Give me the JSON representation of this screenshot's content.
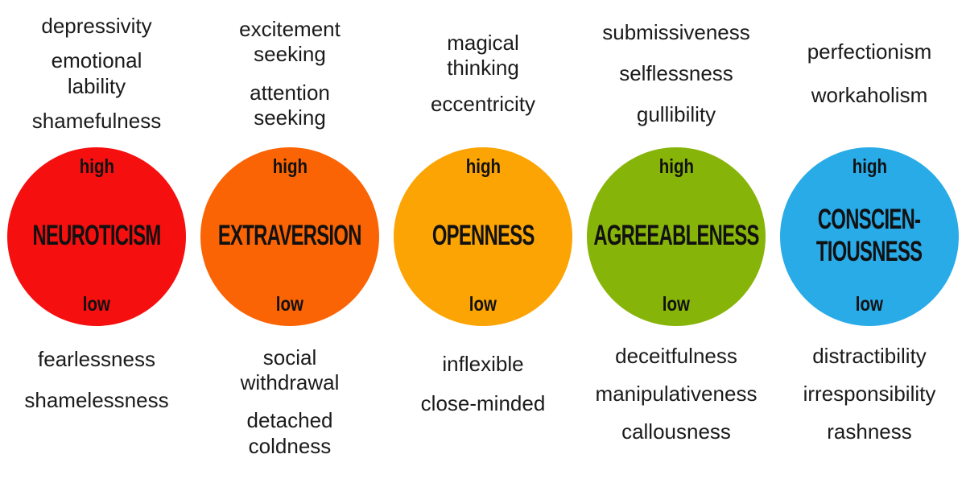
{
  "traits": [
    {
      "name": "NEUROTICISM",
      "color": "#f50f0f",
      "high_label": "high",
      "low_label": "low",
      "high_traits": [
        "depressivity",
        "emotional\nlability",
        "shamefulness"
      ],
      "low_traits": [
        "fearlessness",
        "shamelessness"
      ]
    },
    {
      "name": "EXTRAVERSION",
      "color": "#fb6404",
      "high_label": "high",
      "low_label": "low",
      "high_traits": [
        "excitement\nseeking",
        "attention\nseeking"
      ],
      "low_traits": [
        "social\nwithdrawal",
        "detached\ncoldness"
      ]
    },
    {
      "name": "OPENNESS",
      "color": "#fca404",
      "high_label": "high",
      "low_label": "low",
      "high_traits": [
        "magical\nthinking",
        "eccentricity"
      ],
      "low_traits": [
        "inflexible",
        "close-minded"
      ]
    },
    {
      "name": "AGREEABLENESS",
      "color": "#87b408",
      "high_label": "high",
      "low_label": "low",
      "high_traits": [
        "submissiveness",
        "selflessness",
        "gullibility"
      ],
      "low_traits": [
        "deceitfulness",
        "manipulativeness",
        "callousness"
      ]
    },
    {
      "name": "CONSCIEN-\nTIOUSNESS",
      "color": "#29abe8",
      "high_label": "high",
      "low_label": "low",
      "high_traits": [
        "perfectionism",
        "workaholism"
      ],
      "low_traits": [
        "distractibility",
        "irresponsibility",
        "rashness"
      ]
    }
  ]
}
